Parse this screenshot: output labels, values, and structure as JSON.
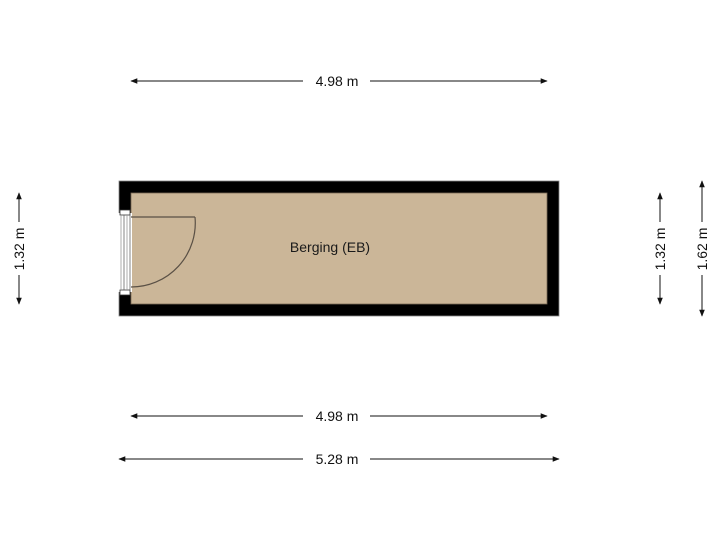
{
  "floorplan": {
    "room": {
      "label": "Berging (EB)",
      "fill_color": "#cbb698",
      "wall_color": "#000000"
    },
    "dimensions": {
      "top_width": "4.98 m",
      "bottom_inner_width": "4.98 m",
      "bottom_outer_width": "5.28 m",
      "left_height": "1.32 m",
      "right_inner_height": "1.32 m",
      "right_outer_height": "1.62 m"
    },
    "door": {
      "type": "hinged-door",
      "side": "left"
    }
  }
}
